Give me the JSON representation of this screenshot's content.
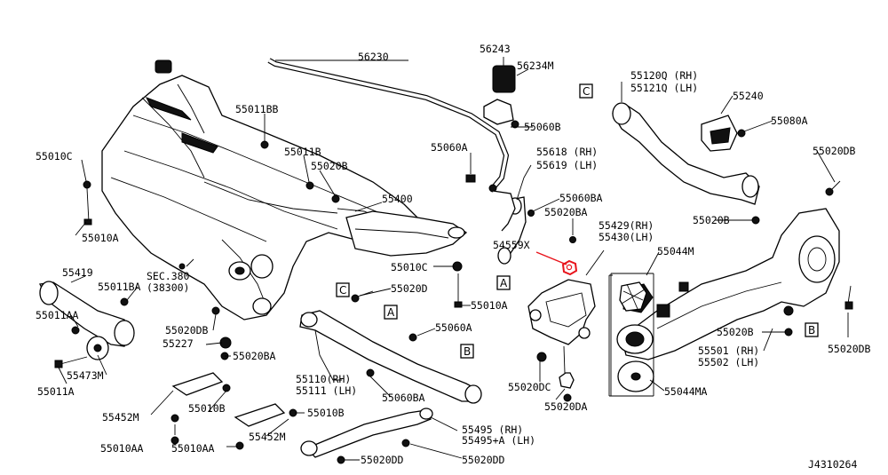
{
  "diagram_id": "J4310264",
  "highlighted_part": "54559X",
  "highlight_color": "#e8141c",
  "reference_letters": [
    "A",
    "B",
    "C"
  ],
  "labels": {
    "p56230": "56230",
    "p56243": "56243",
    "p56234M": "56234M",
    "p55060B": "55060B",
    "p55060A_top": "55060A",
    "p55618": "55618 (RH)",
    "p55619": "55619 (LH)",
    "p55060BA": "55060BA",
    "p55020BA_mid": "55020BA",
    "p55400": "55400",
    "p55011BB": "55011BB",
    "p55011B": "55011B",
    "p55020B_top": "55020B",
    "p55010C_left": "55010C",
    "p55010A_left": "55010A",
    "p55419": "55419",
    "p55011BA": "55011BA",
    "pSEC380": "SEC.380",
    "pSEC380b": "(38300)",
    "p55011AA": "55011AA",
    "p55020DB_left": "55020DB",
    "p55227": "55227",
    "p55020BA_left": "55020BA",
    "p55473M": "55473M",
    "p55011A": "55011A",
    "p55452M_left": "55452M",
    "p55010B_left": "55010B",
    "p55010AA_a": "55010AA",
    "p55010AA_b": "55010AA",
    "p55452M_mid": "55452M",
    "p55010B_mid": "55010B",
    "p55110": "55110(RH)",
    "p55111": "55111 (LH)",
    "p55060BA_low": "55060BA",
    "p55060A_low": "55060A",
    "p55010C_mid": "55010C",
    "p55020D": "55020D",
    "p55010A_mid": "55010A",
    "p54559X": "54559X",
    "p55429": "55429(RH)",
    "p55430": "55430(LH)",
    "p55044M": "55044M",
    "p55020DC": "55020DC",
    "p55020DA": "55020DA",
    "p55044MA": "55044MA",
    "p55495": "55495 (RH)",
    "p55495A": "55495+A (LH)",
    "p55020DD_a": "55020DD",
    "p55020DD_b": "55020DD",
    "p55120Q": "55120Q (RH)",
    "p55121Q": "55121Q (LH)",
    "p55240": "55240",
    "p55080A": "55080A",
    "p55020DB_right": "55020DB",
    "p55020B_right": "55020B",
    "p55020B_lower": "55020B",
    "p55501": "55501 (RH)",
    "p55502": "55502 (LH)",
    "p55020DB_br": "55020DB"
  }
}
